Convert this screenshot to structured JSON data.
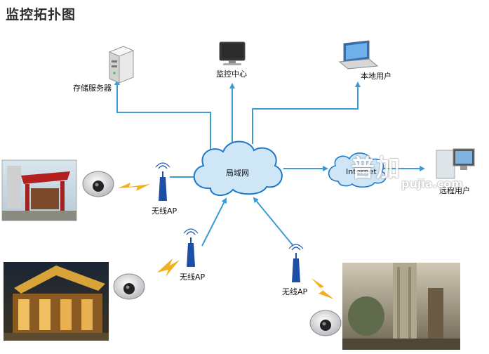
{
  "title": "监控拓扑图",
  "nodes": {
    "storage": "存储服务器",
    "monitor": "监控中心",
    "local": "本地用户",
    "lan": "局域网",
    "internet": "Internet",
    "remote": "远程用户",
    "ap1": "无线AP",
    "ap2": "无线AP",
    "ap3": "无线AP"
  },
  "watermark": {
    "mark": "普加",
    "url": "pujia.com"
  },
  "colors": {
    "link": "#3a9bd5",
    "cloud": "#cfe6f7",
    "cloud_edge": "#1f78c8",
    "bolt": "#f2b01e"
  }
}
